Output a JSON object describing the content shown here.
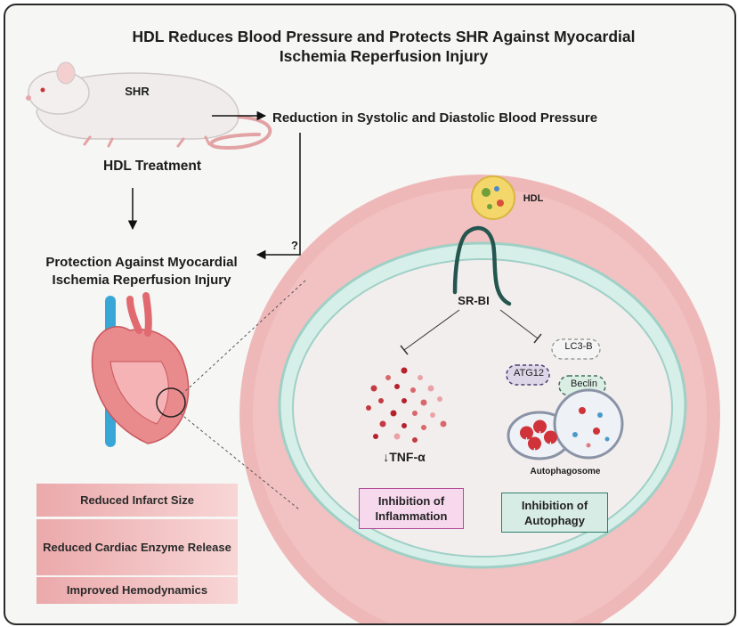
{
  "title": "HDL Reduces Blood Pressure  and Protects SHR Against Myocardial Ischemia Reperfusion Injury",
  "animal_label": "SHR",
  "treatment_label": "HDL Treatment",
  "bp_effect": "Reduction in Systolic and Diastolic Blood Pressure",
  "question_mark": "?",
  "protection_label": "Protection Against Myocardial Ischemia Reperfusion Injury",
  "hdl_particle_label": "HDL",
  "receptor_label": "SR-BI",
  "autophagy_markers": {
    "lc3b": "LC3-B",
    "atg12": "ATG12",
    "beclin": "Beclin"
  },
  "tnf_label": "↓TNF-α",
  "autophagosome_label": "Autophagosome",
  "outcomes": {
    "inflammation": "Inhibition of Inflammation",
    "autophagy": "Inhibition of Autophagy"
  },
  "cardiac_effects": [
    "Reduced Infarct Size",
    "Reduced Cardiac Enzyme Release",
    "Improved Hemodynamics"
  ],
  "colors": {
    "outer_circle": "#efb8b8",
    "cell_membrane": "#c2e3de",
    "cell_interior": "#f3eeee",
    "inflammation_box": "#f7d9ee",
    "autophagy_box": "#d8ece6",
    "effects_gradient": "#eba9ab"
  }
}
